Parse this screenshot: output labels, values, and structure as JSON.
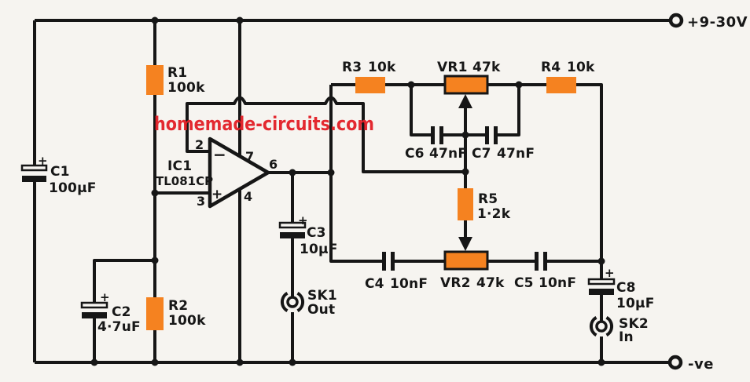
{
  "watermark": {
    "text": "homemade-circuits.com"
  },
  "power": {
    "positive": "+9-30V",
    "negative": "-ve"
  },
  "opamp": {
    "ref": "IC1",
    "part": "TL081CP",
    "inverting_sign": "−",
    "noninverting_sign": "+",
    "pins": {
      "inverting": "2",
      "noninverting": "3",
      "v_plus": "7",
      "v_minus": "4",
      "output": "6"
    }
  },
  "components": {
    "r1": {
      "ref": "R1",
      "value": "100k"
    },
    "r2": {
      "ref": "R2",
      "value": "100k"
    },
    "r3": {
      "ref": "R3",
      "value": "10k"
    },
    "r4": {
      "ref": "R4",
      "value": "10k"
    },
    "r5": {
      "ref": "R5",
      "value": "1·2k"
    },
    "vr1": {
      "ref": "VR1",
      "value": "47k"
    },
    "vr2": {
      "ref": "VR2",
      "value": "47k"
    },
    "c1": {
      "ref": "C1",
      "value": "100µF",
      "polarity": "+"
    },
    "c2": {
      "ref": "C2",
      "value": "4·7uF",
      "polarity": "+"
    },
    "c3": {
      "ref": "C3",
      "value": "10µF",
      "polarity": "+"
    },
    "c4": {
      "ref": "C4",
      "value": "10nF"
    },
    "c5": {
      "ref": "C5",
      "value": "10nF"
    },
    "c6": {
      "ref": "C6",
      "value": "47nF"
    },
    "c7": {
      "ref": "C7",
      "value": "47nF"
    },
    "c8": {
      "ref": "C8",
      "value": "10µF",
      "polarity": "+"
    }
  },
  "jacks": {
    "sk1": {
      "ref": "SK1",
      "label": "Out"
    },
    "sk2": {
      "ref": "SK2",
      "label": "In"
    }
  },
  "colors": {
    "resistor_fill": "#f58220",
    "wire": "#161616",
    "background": "#f6f4f0",
    "watermark_red": "#e21f26"
  }
}
